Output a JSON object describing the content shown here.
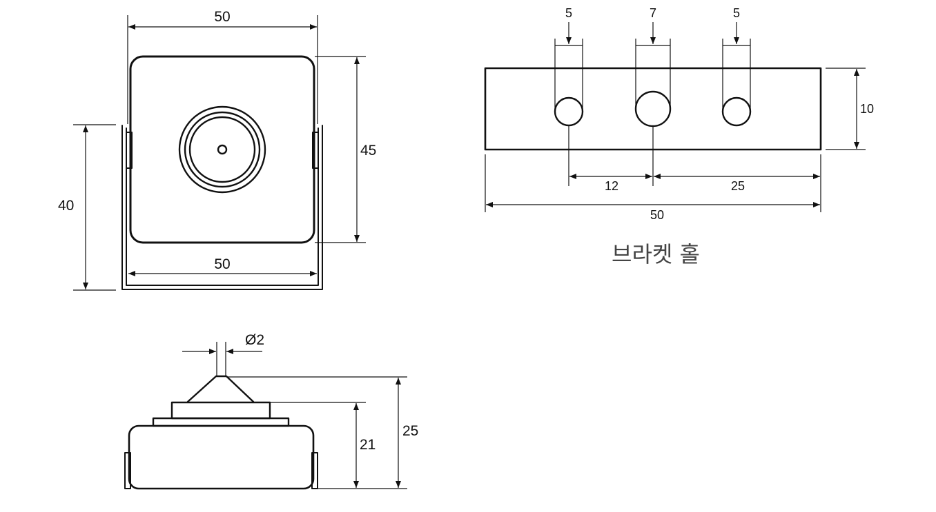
{
  "front_view": {
    "top_width": "50",
    "bottom_width": "50",
    "body_height": "45",
    "bracket_height": "40"
  },
  "bracket_hole_view": {
    "hole_a_diameter": "5",
    "hole_b_diameter": "7",
    "hole_c_diameter": "5",
    "height": "10",
    "spacing_ab": "12",
    "spacing_bc": "25",
    "total_width": "50",
    "caption": "브라켓 홀"
  },
  "side_view": {
    "pinhole_diameter": "Ø2",
    "lens_height": "21",
    "total_height": "25"
  },
  "colors": {
    "line": "#111111",
    "caption": "#444444"
  }
}
